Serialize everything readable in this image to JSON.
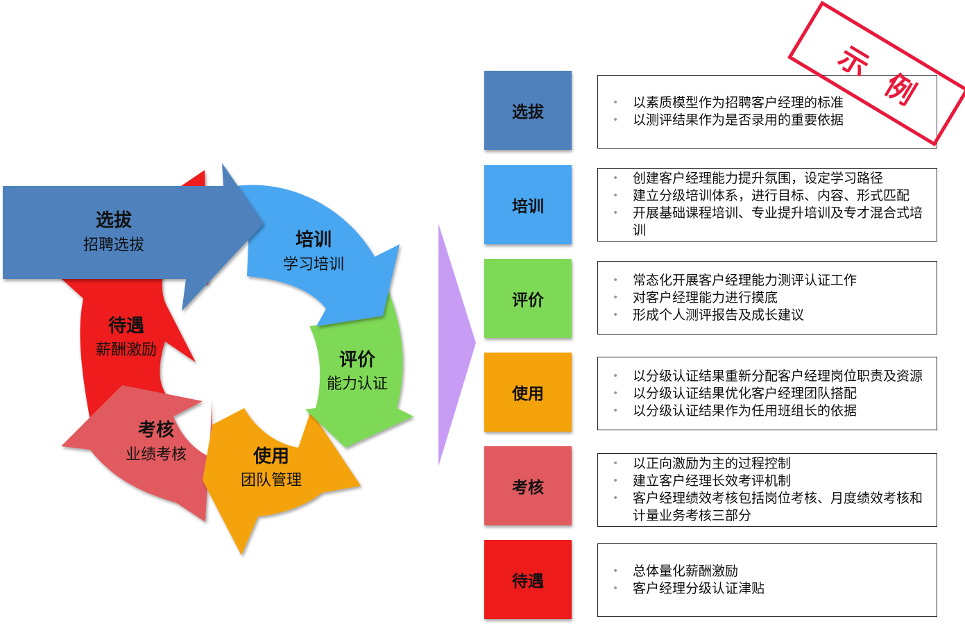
{
  "cycle": [
    {
      "title": "选拔",
      "subtitle": "招聘选拔",
      "color": "#4f81bd"
    },
    {
      "title": "培训",
      "subtitle": "学习培训",
      "color": "#4aa6f0"
    },
    {
      "title": "评价",
      "subtitle": "能力认证",
      "color": "#7ed957"
    },
    {
      "title": "使用",
      "subtitle": "团队管理",
      "color": "#f5a30a"
    },
    {
      "title": "考核",
      "subtitle": "业绩考核",
      "color": "#e05a5f"
    },
    {
      "title": "待遇",
      "subtitle": "薪酬激励",
      "color": "#ee1b1b"
    }
  ],
  "stages": [
    {
      "label": "选拔",
      "color": "#4f81bd",
      "bullets": [
        "以素质模型作为招聘客户经理的标准",
        "以测评结果作为是否录用的重要依据"
      ]
    },
    {
      "label": "培训",
      "color": "#4aa6f0",
      "bullets": [
        "创建客户经理能力提升氛围，设定学习路径",
        "建立分级培训体系，进行目标、内容、形式匹配",
        "开展基础课程培训、专业提升培训及专才混合式培训"
      ]
    },
    {
      "label": "评价",
      "color": "#7ed957",
      "bullets": [
        "常态化开展客户经理能力测评认证工作",
        "对客户经理能力进行摸底",
        "形成个人测评报告及成长建议"
      ]
    },
    {
      "label": "使用",
      "color": "#f5a30a",
      "bullets": [
        "以分级认证结果重新分配客户经理岗位职责及资源",
        "以分级认证结果优化客户经理团队搭配",
        "以分级认证结果作为任用班组长的依据"
      ]
    },
    {
      "label": "考核",
      "color": "#e05a5f",
      "bullets": [
        "以正向激励为主的过程控制",
        "建立客户经理长效考评机制",
        "客户经理绩效考核包括岗位考核、月度绩效考核和计量业务考核三部分"
      ]
    },
    {
      "label": "待遇",
      "color": "#ee1b1b",
      "bullets": [
        "总体量化薪酬激励",
        "客户经理分级认证津贴"
      ]
    }
  ],
  "stamp": {
    "text": "示例",
    "color": "#e8193a"
  },
  "chevron_color": "#c79cf5"
}
